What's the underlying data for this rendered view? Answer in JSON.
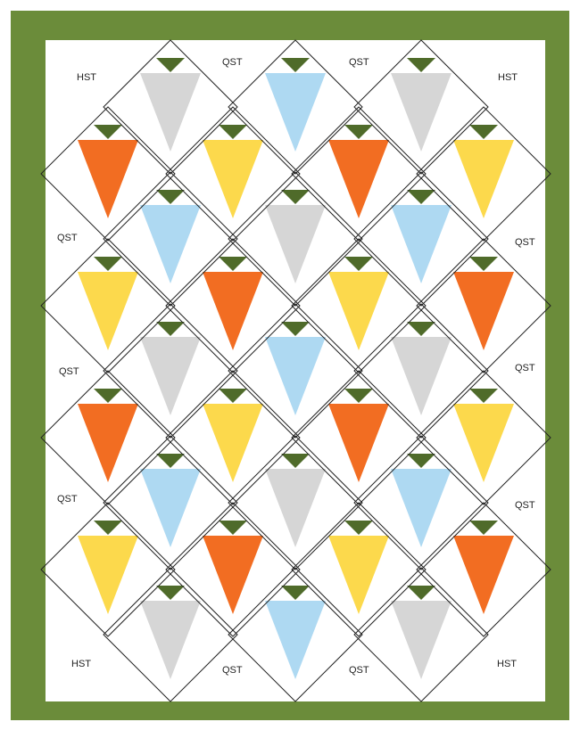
{
  "colors": {
    "background": "#ffffff",
    "border": "#6b8c3a",
    "grid_line": "#222222",
    "leaf": "#4f6b2a",
    "orange": "#f26d22",
    "yellow": "#fcd94c",
    "blue": "#aed9f2",
    "gray": "#d6d6d6"
  },
  "labels": {
    "hst_top_left": "HST",
    "qst_top_1": "QST",
    "qst_top_2": "QST",
    "hst_top_right": "HST",
    "qst_left_1": "QST",
    "qst_left_2": "QST",
    "qst_left_3": "QST",
    "qst_right_1": "QST",
    "qst_right_2": "QST",
    "qst_right_3": "QST",
    "hst_bottom_left": "HST",
    "qst_bottom_1": "QST",
    "qst_bottom_2": "QST",
    "hst_bottom_right": "HST"
  },
  "blocks": {
    "row_1": [
      "gray",
      "blue",
      "gray"
    ],
    "row_2": [
      "orange",
      "yellow",
      "orange",
      "yellow"
    ],
    "row_3": [
      "blue",
      "gray",
      "blue"
    ],
    "row_4": [
      "yellow",
      "orange",
      "yellow",
      "orange"
    ],
    "row_5": [
      "gray",
      "blue",
      "gray"
    ],
    "row_6": [
      "orange",
      "yellow",
      "orange",
      "yellow"
    ],
    "row_7": [
      "blue",
      "gray",
      "blue"
    ],
    "row_8": [
      "yellow",
      "orange",
      "yellow",
      "orange"
    ],
    "row_9": [
      "gray",
      "blue",
      "gray"
    ]
  }
}
